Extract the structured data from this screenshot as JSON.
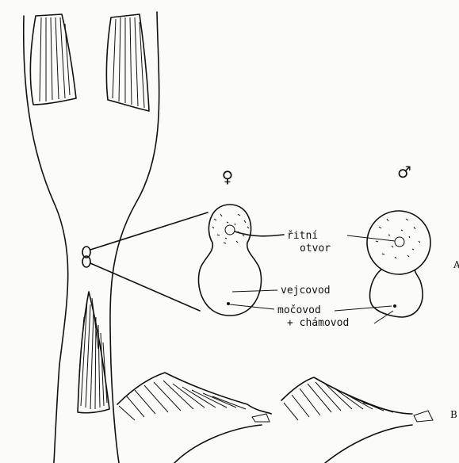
{
  "symbols": {
    "female": "♀",
    "male": "♂"
  },
  "labels": {
    "anus": "řitní",
    "anus_line2": "otvor",
    "oviduct": "vejcovod",
    "urinary": "močovod",
    "urinary_line2": "+ chámovod"
  },
  "panel_letters": {
    "a": "A",
    "b": "B"
  },
  "colors": {
    "ink": "#111111",
    "paper": "#fbfbf9"
  }
}
